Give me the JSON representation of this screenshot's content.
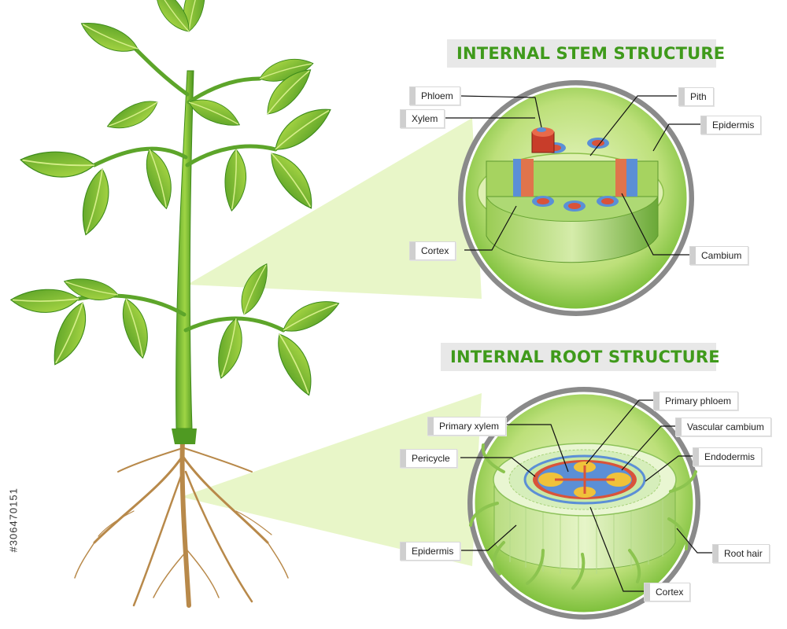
{
  "headings": {
    "stem": "INTERNAL STEM STRUCTURE",
    "root": "INTERNAL ROOT STRUCTURE"
  },
  "stem_labels": {
    "phloem": "Phloem",
    "xylem": "Xylem",
    "pith": "Pith",
    "epidermis": "Epidermis",
    "cortex": "Cortex",
    "cambium": "Cambium"
  },
  "root_labels": {
    "primary_phloem": "Primary phloem",
    "primary_xylem": "Primary xylem",
    "vascular_cambium": "Vascular cambium",
    "pericycle": "Pericycle",
    "endodermis": "Endodermis",
    "epidermis": "Epidermis",
    "root_hair": "Root hair",
    "cortex": "Cortex"
  },
  "stock_id": "#306470151",
  "colors": {
    "heading_green": "#3f9a1b",
    "leaf_dark": "#3f8f1c",
    "leaf_light": "#9fd33a",
    "magnifier_fill": "#e3f3b8",
    "root_brown": "#b8894a",
    "xylem_red": "#d9533a",
    "phloem_blue": "#5b8fd6"
  }
}
